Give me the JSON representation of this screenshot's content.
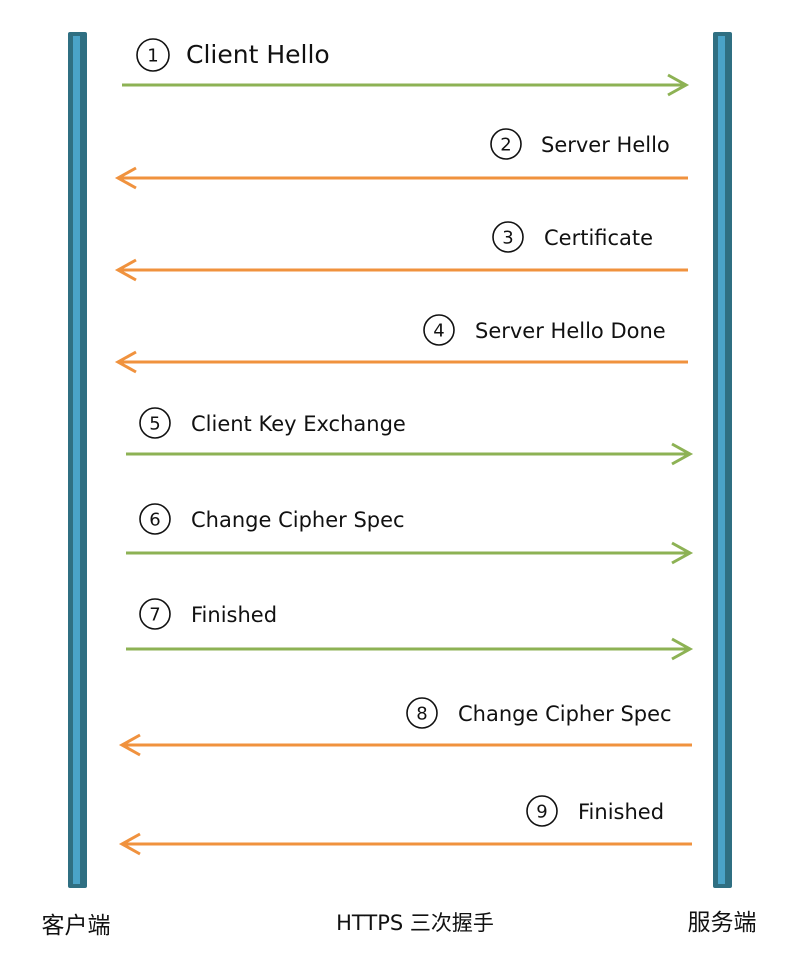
{
  "colors": {
    "lifeline_fill": "#4aa3c8",
    "lifeline_stroke": "#2f6f82",
    "client_to_server": "#8db254",
    "server_to_client": "#f0923e",
    "text": "#111111"
  },
  "participants": {
    "client": "客户端",
    "server": "服务端"
  },
  "caption": "HTTPS 三次握手",
  "messages": [
    {
      "number": "1",
      "label": "Client Hello",
      "direction": "client_to_server"
    },
    {
      "number": "2",
      "label": "Server Hello",
      "direction": "server_to_client"
    },
    {
      "number": "3",
      "label": "Certificate",
      "direction": "server_to_client"
    },
    {
      "number": "4",
      "label": "Server Hello Done",
      "direction": "server_to_client"
    },
    {
      "number": "5",
      "label": "Client Key Exchange",
      "direction": "client_to_server"
    },
    {
      "number": "6",
      "label": "Change Cipher Spec",
      "direction": "client_to_server"
    },
    {
      "number": "7",
      "label": "Finished",
      "direction": "client_to_server"
    },
    {
      "number": "8",
      "label": "Change Cipher Spec",
      "direction": "server_to_client"
    },
    {
      "number": "9",
      "label": "Finished",
      "direction": "server_to_client"
    }
  ]
}
